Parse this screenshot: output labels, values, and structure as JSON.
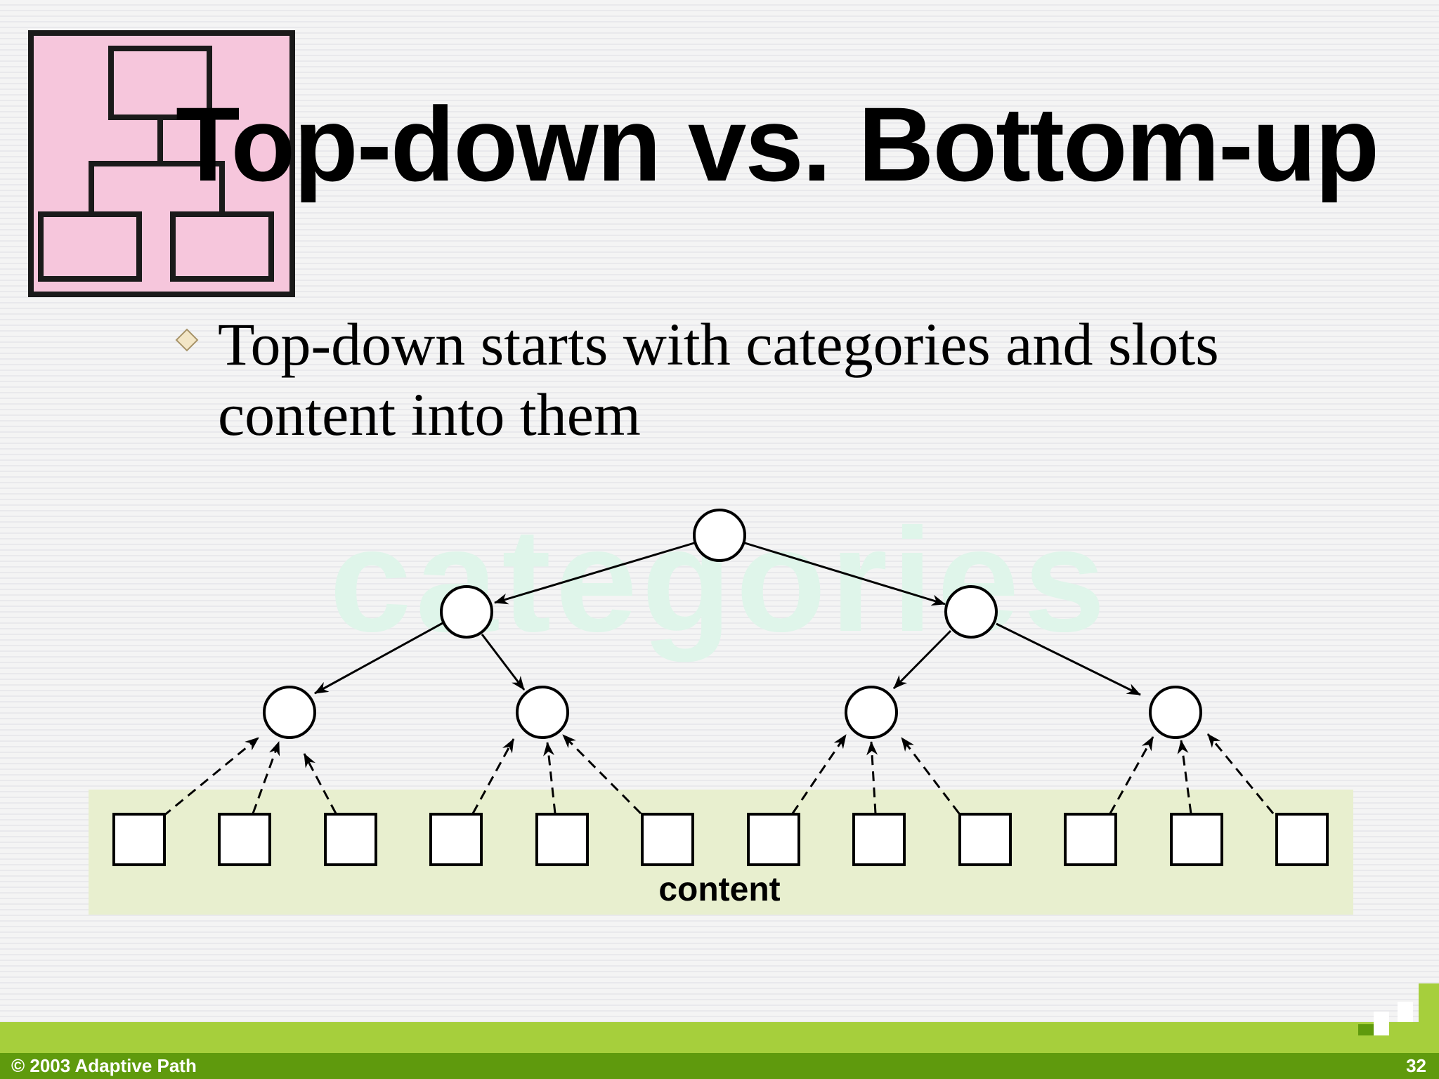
{
  "slide": {
    "title": "Top-down vs. Bottom-up",
    "bullet": "Top-down starts with categories and slots content into them"
  },
  "diagram": {
    "watermark_label": "categories",
    "content_label": "content",
    "colors": {
      "watermark": "#dff5ea",
      "content_band": "#e8efcf",
      "icon_fill": "#f6c6dc",
      "bullet_fill": "#f3e6c6"
    }
  },
  "footer": {
    "copyright": "© 2003 Adaptive Path",
    "page_number": "32",
    "colors": {
      "light": "#a6cf3c",
      "dark": "#5f9a0d"
    }
  },
  "icons": {
    "slide_icon": "hierarchy-icon",
    "bullet": "diamond-bullet-icon"
  }
}
